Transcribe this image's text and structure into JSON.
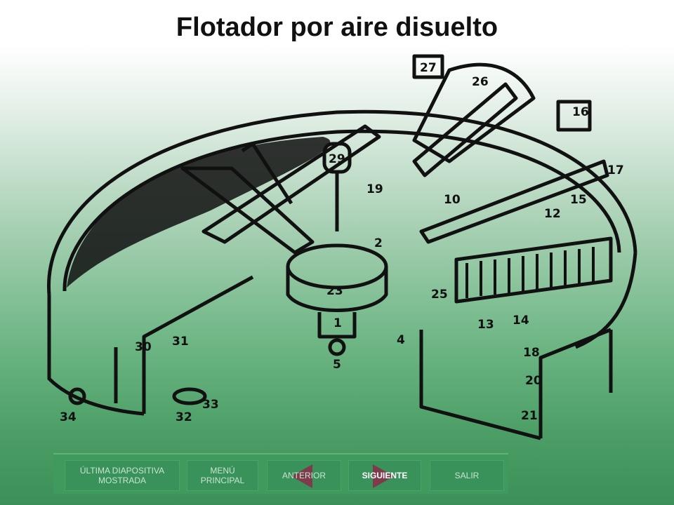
{
  "slide": {
    "title": "Flotador por aire disuelto"
  },
  "diagram": {
    "labels": [
      "27",
      "26",
      "16",
      "17",
      "15",
      "12",
      "10",
      "19",
      "29",
      "23",
      "1",
      "5",
      "4",
      "13",
      "14",
      "18",
      "20",
      "21",
      "25",
      "31",
      "30",
      "32",
      "33",
      "34",
      "2"
    ]
  },
  "nav": {
    "last_slide": "ÚLTIMA DIAPOSITIVA MOSTRADA",
    "main_menu": "MENÚ PRINCIPAL",
    "previous": "ANTERIOR",
    "next": "SIGUIENTE",
    "exit": "SALIR"
  }
}
